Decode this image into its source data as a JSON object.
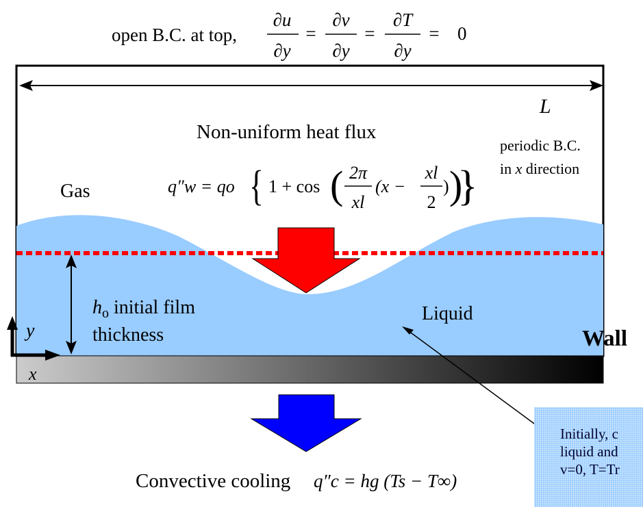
{
  "top_bc": {
    "text": "open B.C. at top,",
    "eq_num1": "∂u",
    "eq_den1": "∂y",
    "eq_num2": "∂v",
    "eq_den2": "∂y",
    "eq_num3": "∂T",
    "eq_den3": "∂y",
    "eq_equals": "=",
    "eq_zero": "0"
  },
  "length_label": "L",
  "heat_flux": {
    "title": "Non-uniform heat flux",
    "lhs": "q″w = qo",
    "body": "1 + cos",
    "frac_num": "2π",
    "frac_den": "xl",
    "inner": "(x − ",
    "half_num": "xl",
    "half_den": "2",
    "close": ")"
  },
  "periodic": {
    "line1": "periodic B.C.",
    "line2_pre": "in ",
    "line2_var": "x",
    "line2_post": " direction"
  },
  "gas_label": "Gas",
  "liquid_label": "Liquid",
  "wall_label": "Wall",
  "film": {
    "var": "h",
    "sub": "o",
    "line1": " initial film",
    "line2": "thickness"
  },
  "axes": {
    "y": "y",
    "x": "x"
  },
  "cooling": {
    "text": "Convective cooling",
    "eq": "q″c = hg (Ts − T∞)"
  },
  "note": {
    "text": "Initially, c\nliquid and\nv=0, T=Tr"
  },
  "colors": {
    "liquid": "#99ccff",
    "interface_dash": "#ff0000",
    "heat_arrow": "#ff0000",
    "cool_arrow": "#0000ff",
    "wall_gradient_start": "#cccccc",
    "wall_gradient_end": "#000000"
  }
}
